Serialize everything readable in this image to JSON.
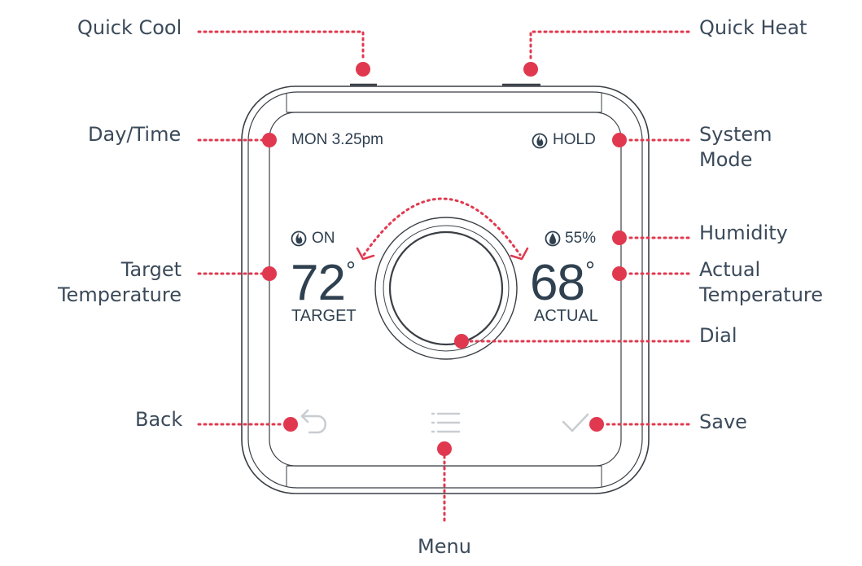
{
  "callouts": {
    "quick_cool": "Quick Cool",
    "quick_heat": "Quick Heat",
    "day_time": "Day/Time",
    "system_mode": [
      "System",
      "Mode"
    ],
    "humidity": "Humidity",
    "target_temperature": [
      "Target",
      "Temperature"
    ],
    "actual_temperature": [
      "Actual",
      "Temperature"
    ],
    "dial": "Dial",
    "back": "Back",
    "save": "Save",
    "menu": "Menu"
  },
  "screen": {
    "day_time": "MON 3.25pm",
    "mode": "HOLD",
    "heating_status": "ON",
    "humidity": "55%",
    "target_value": "72",
    "target_label": "TARGET",
    "actual_value": "68",
    "actual_label": "ACTUAL",
    "degree_symbol": "°"
  },
  "icons": {
    "mode": "flame-icon",
    "heating_status": "flame-icon",
    "humidity": "droplet-icon",
    "back": "back-arrow-icon",
    "menu": "list-icon",
    "save": "check-icon"
  },
  "colors": {
    "accent": "#e0394f",
    "text": "#3b4a5a",
    "device_outline": "#3a3f45",
    "soft_icon": "#c8cdd2"
  }
}
